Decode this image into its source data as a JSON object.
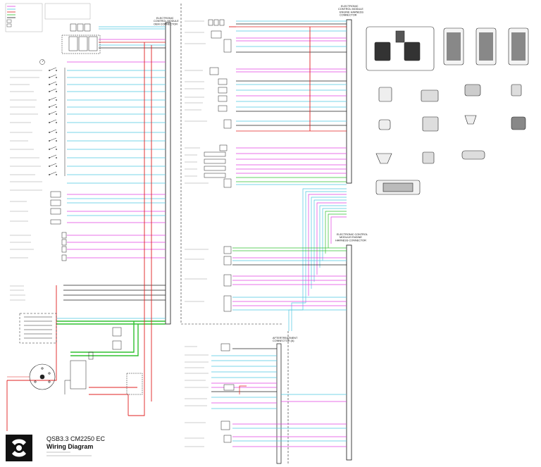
{
  "title_block": {
    "title": "QSB3.3 CM2250 EC",
    "subtitle": "Wiring Diagram"
  },
  "headers": {
    "ecm_left_connector": [
      "ELECTRONIC",
      "CONTROL MODULE",
      "OEM CONNECTOR"
    ],
    "ecm_engine_connector": [
      "ELECTRONIC",
      "CONTROL MODULE",
      "ENGINE HARNESS",
      "CONNECTOR"
    ],
    "ecm_engine_connector_2": [
      "ELECTRONIC CONTROL",
      "MODULE ENGINE",
      "HARNESS CONNECTOR"
    ],
    "aftertreatment_connector": [
      "AFTERTREATMENT",
      "CONNECTOR (A)"
    ]
  },
  "colors": {
    "wire_cyan": "#4ec6e0",
    "wire_magenta": "#e040e0",
    "wire_red": "#e02020",
    "wire_green": "#30c030",
    "wire_black": "#222222",
    "wire_orange": "#e89020",
    "wire_gray": "#9a9a9a"
  },
  "icons": {
    "logo": "cummins-logo-icon",
    "ecm_module": "ecm-module-icon",
    "connector": "connector-icon",
    "switch": "switch-icon",
    "sensor": "sensor-icon",
    "gauge": "gauge-icon"
  }
}
